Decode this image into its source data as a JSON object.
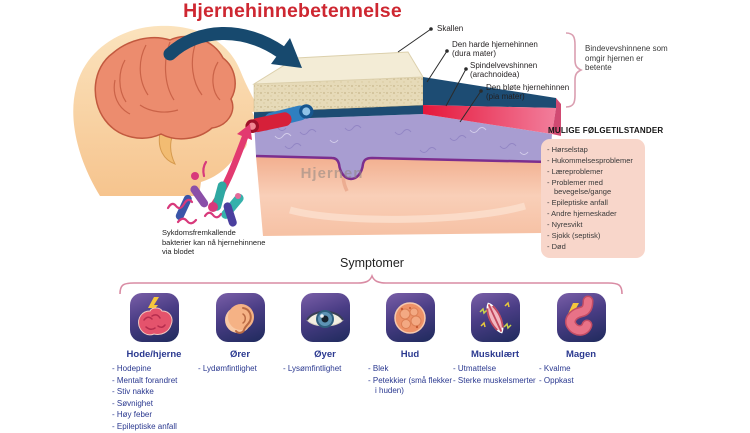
{
  "title": "Hjernehinnebetennelse",
  "anatomy": {
    "labels": [
      {
        "line1": "Skallen",
        "line2": ""
      },
      {
        "line1": "Den harde hjernehinnen",
        "line2": "(dura mater)"
      },
      {
        "line1": "Spindelvevshinnen",
        "line2": "(arachnoidea)"
      },
      {
        "line1": "Den bløte hjernehinnen",
        "line2": "(pia mater)"
      }
    ],
    "brain_watermark": "Hjernen",
    "side_note": "Bindevevshinnene som omgir hjernen er betente",
    "bacteria_caption": "Sykdomsfremkallende bakterier kan nå hjernehinnene via blodet"
  },
  "complications": {
    "title": "MULIGE FØLGETILSTANDER",
    "items": [
      "Hørselstap",
      "Hukommelsesproblemer",
      "Læreproblemer",
      "Problemer med bevegelse/gange",
      "Epileptiske anfall",
      "Andre hjerneskader",
      "Nyresvikt",
      "Sjokk (septisk)",
      "Død"
    ]
  },
  "symptoms": {
    "heading": "Symptomer",
    "groups": [
      {
        "icon": "brain-icon",
        "title": "Hode/hjerne",
        "items": [
          "Hodepine",
          "Mentalt forandret",
          "Stiv nakke",
          "Søvnighet",
          "Høy feber",
          "Epileptiske anfall"
        ]
      },
      {
        "icon": "ear-icon",
        "title": "Ører",
        "items": [
          "Lydømfintlighet"
        ]
      },
      {
        "icon": "eye-icon",
        "title": "Øyer",
        "items": [
          "Lysømfintlighet"
        ]
      },
      {
        "icon": "skin-icon",
        "title": "Hud",
        "items": [
          "Blek",
          "Petekkier (små flekker i huden)"
        ]
      },
      {
        "icon": "muscle-icon",
        "title": "Muskulært",
        "items": [
          "Utmattelse",
          "Sterke muskelsmerter"
        ]
      },
      {
        "icon": "stomach-icon",
        "title": "Magen",
        "items": [
          "Kvalme",
          "Oppkast"
        ]
      }
    ]
  },
  "colors": {
    "title_red": "#CE2731",
    "accent_pink": "#D98CA4",
    "navy_text": "#2B3990",
    "complications_box": "#F8D6CA",
    "tile_gradient_top": "#7A5FA8",
    "tile_gradient_bottom": "#1E2A5C"
  }
}
